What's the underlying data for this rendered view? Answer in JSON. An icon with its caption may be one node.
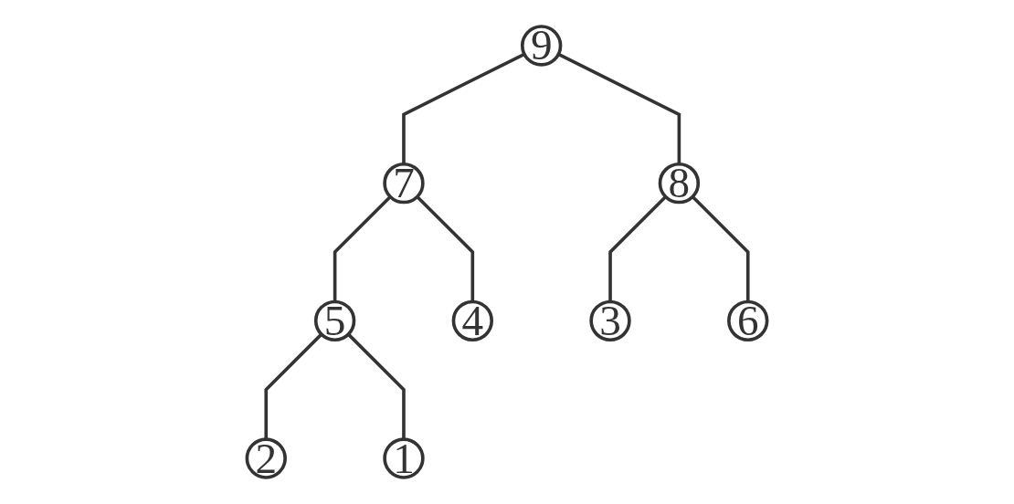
{
  "diagram": {
    "nodes": [
      {
        "text": [
          "9"
        ]
      },
      {
        "text": [
          "7"
        ]
      },
      {
        "text": [
          "8"
        ]
      },
      {
        "text": [
          "5"
        ]
      },
      {
        "text": [
          "4"
        ]
      },
      {
        "text": [
          "3"
        ]
      },
      {
        "text": [
          "6"
        ]
      },
      {
        "text": [
          "2"
        ]
      },
      {
        "text": [
          "1"
        ]
      }
    ],
    "edges": [
      {
        "from": 0,
        "to": 1,
        "arrow": "none"
      },
      {
        "from": 0,
        "to": 2,
        "arrow": "none"
      },
      {
        "from": 1,
        "to": 3,
        "arrow": "none"
      },
      {
        "from": 1,
        "to": 4,
        "arrow": "none"
      },
      {
        "from": 2,
        "to": 5,
        "arrow": "none"
      },
      {
        "from": 2,
        "to": 6,
        "arrow": "none"
      },
      {
        "from": 3,
        "to": 7,
        "arrow": "none"
      },
      {
        "from": 3,
        "to": 8,
        "arrow": "none"
      }
    ]
  }
}
